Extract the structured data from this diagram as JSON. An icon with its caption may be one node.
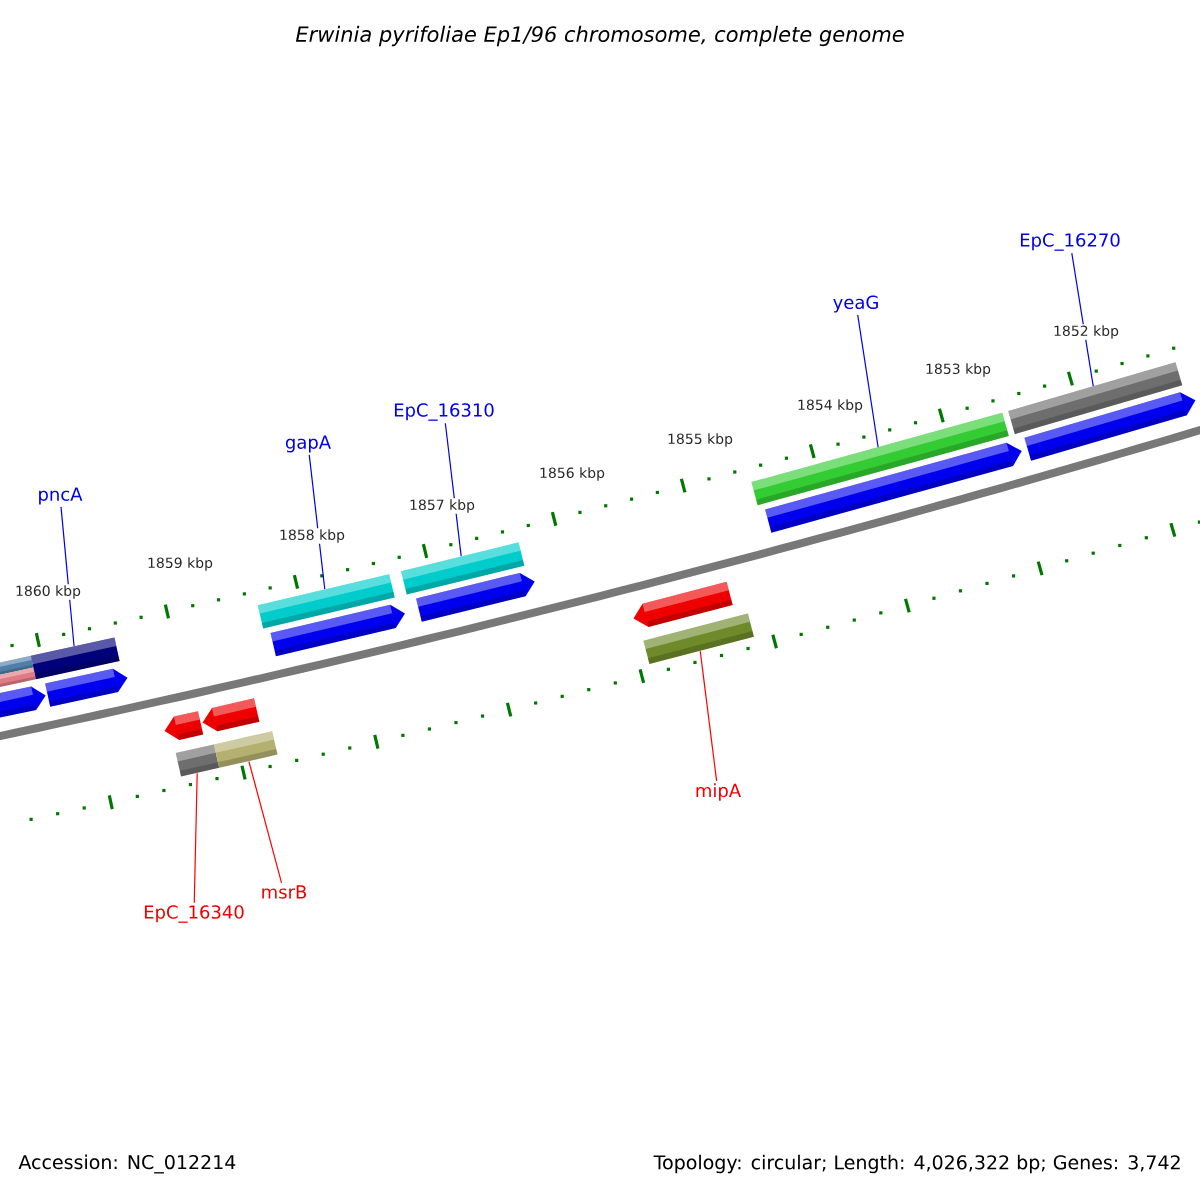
{
  "diagram": {
    "title": "Erwinia pyrifoliae Ep1/96 chromosome, complete genome",
    "nodes": [
      {
        "text": [
          "EpC_16270"
        ]
      },
      {
        "text": [
          "yeaG"
        ]
      },
      {
        "text": [
          "EpC_16310"
        ]
      },
      {
        "text": [
          "gapA"
        ]
      },
      {
        "text": [
          "pncA"
        ]
      },
      {
        "text": [
          "mipA"
        ]
      },
      {
        "text": [
          "msrB"
        ]
      },
      {
        "text": [
          "EpC_16340"
        ]
      },
      {
        "text": [],
        "shape": "bar"
      },
      {
        "text": [],
        "shape": "bar"
      },
      {
        "text": [],
        "shape": "arrow"
      },
      {
        "text": [],
        "shape": "bar"
      },
      {
        "text": [],
        "shape": "arrow"
      },
      {
        "text": [],
        "shape": "arrow"
      },
      {
        "text": [],
        "shape": "bar"
      },
      {
        "text": [],
        "shape": "arrow"
      },
      {
        "text": [],
        "shape": "bar"
      },
      {
        "text": [],
        "shape": "bar"
      },
      {
        "text": [],
        "shape": "arrow"
      },
      {
        "text": [],
        "shape": "bar"
      },
      {
        "text": [],
        "shape": "arrow"
      },
      {
        "text": [],
        "shape": "arrow"
      },
      {
        "text": [],
        "shape": "bar"
      },
      {
        "text": [],
        "shape": "bar"
      },
      {
        "text": [],
        "shape": "arrow"
      },
      {
        "text": [],
        "shape": "bar"
      },
      {
        "text": [],
        "shape": "arrow"
      }
    ],
    "edges": [
      {
        "from": 0,
        "to": 25,
        "arrow": "none"
      },
      {
        "from": 1,
        "to": 23,
        "arrow": "none"
      },
      {
        "from": 2,
        "to": 19,
        "arrow": "none"
      },
      {
        "from": 3,
        "to": 17,
        "arrow": "none"
      },
      {
        "from": 4,
        "to": 11,
        "arrow": "none"
      },
      {
        "from": 5,
        "to": 22,
        "arrow": "none",
        "color": "#ff0000"
      },
      {
        "from": 6,
        "to": 16,
        "arrow": "none",
        "color": "#ff0000"
      },
      {
        "from": 7,
        "to": 14,
        "arrow": "none",
        "color": "#ff0000"
      }
    ],
    "labels": [
      "1852 kbp",
      "1853 kbp",
      "1854 kbp",
      "1855 kbp",
      "1856 kbp",
      "1857 kbp",
      "1858 kbp",
      "1859 kbp",
      "1860 kbp",
      "Accession: NC_012214",
      "Topology: circular; Length: 4,026,322 bp; Genes: 3,742"
    ]
  }
}
